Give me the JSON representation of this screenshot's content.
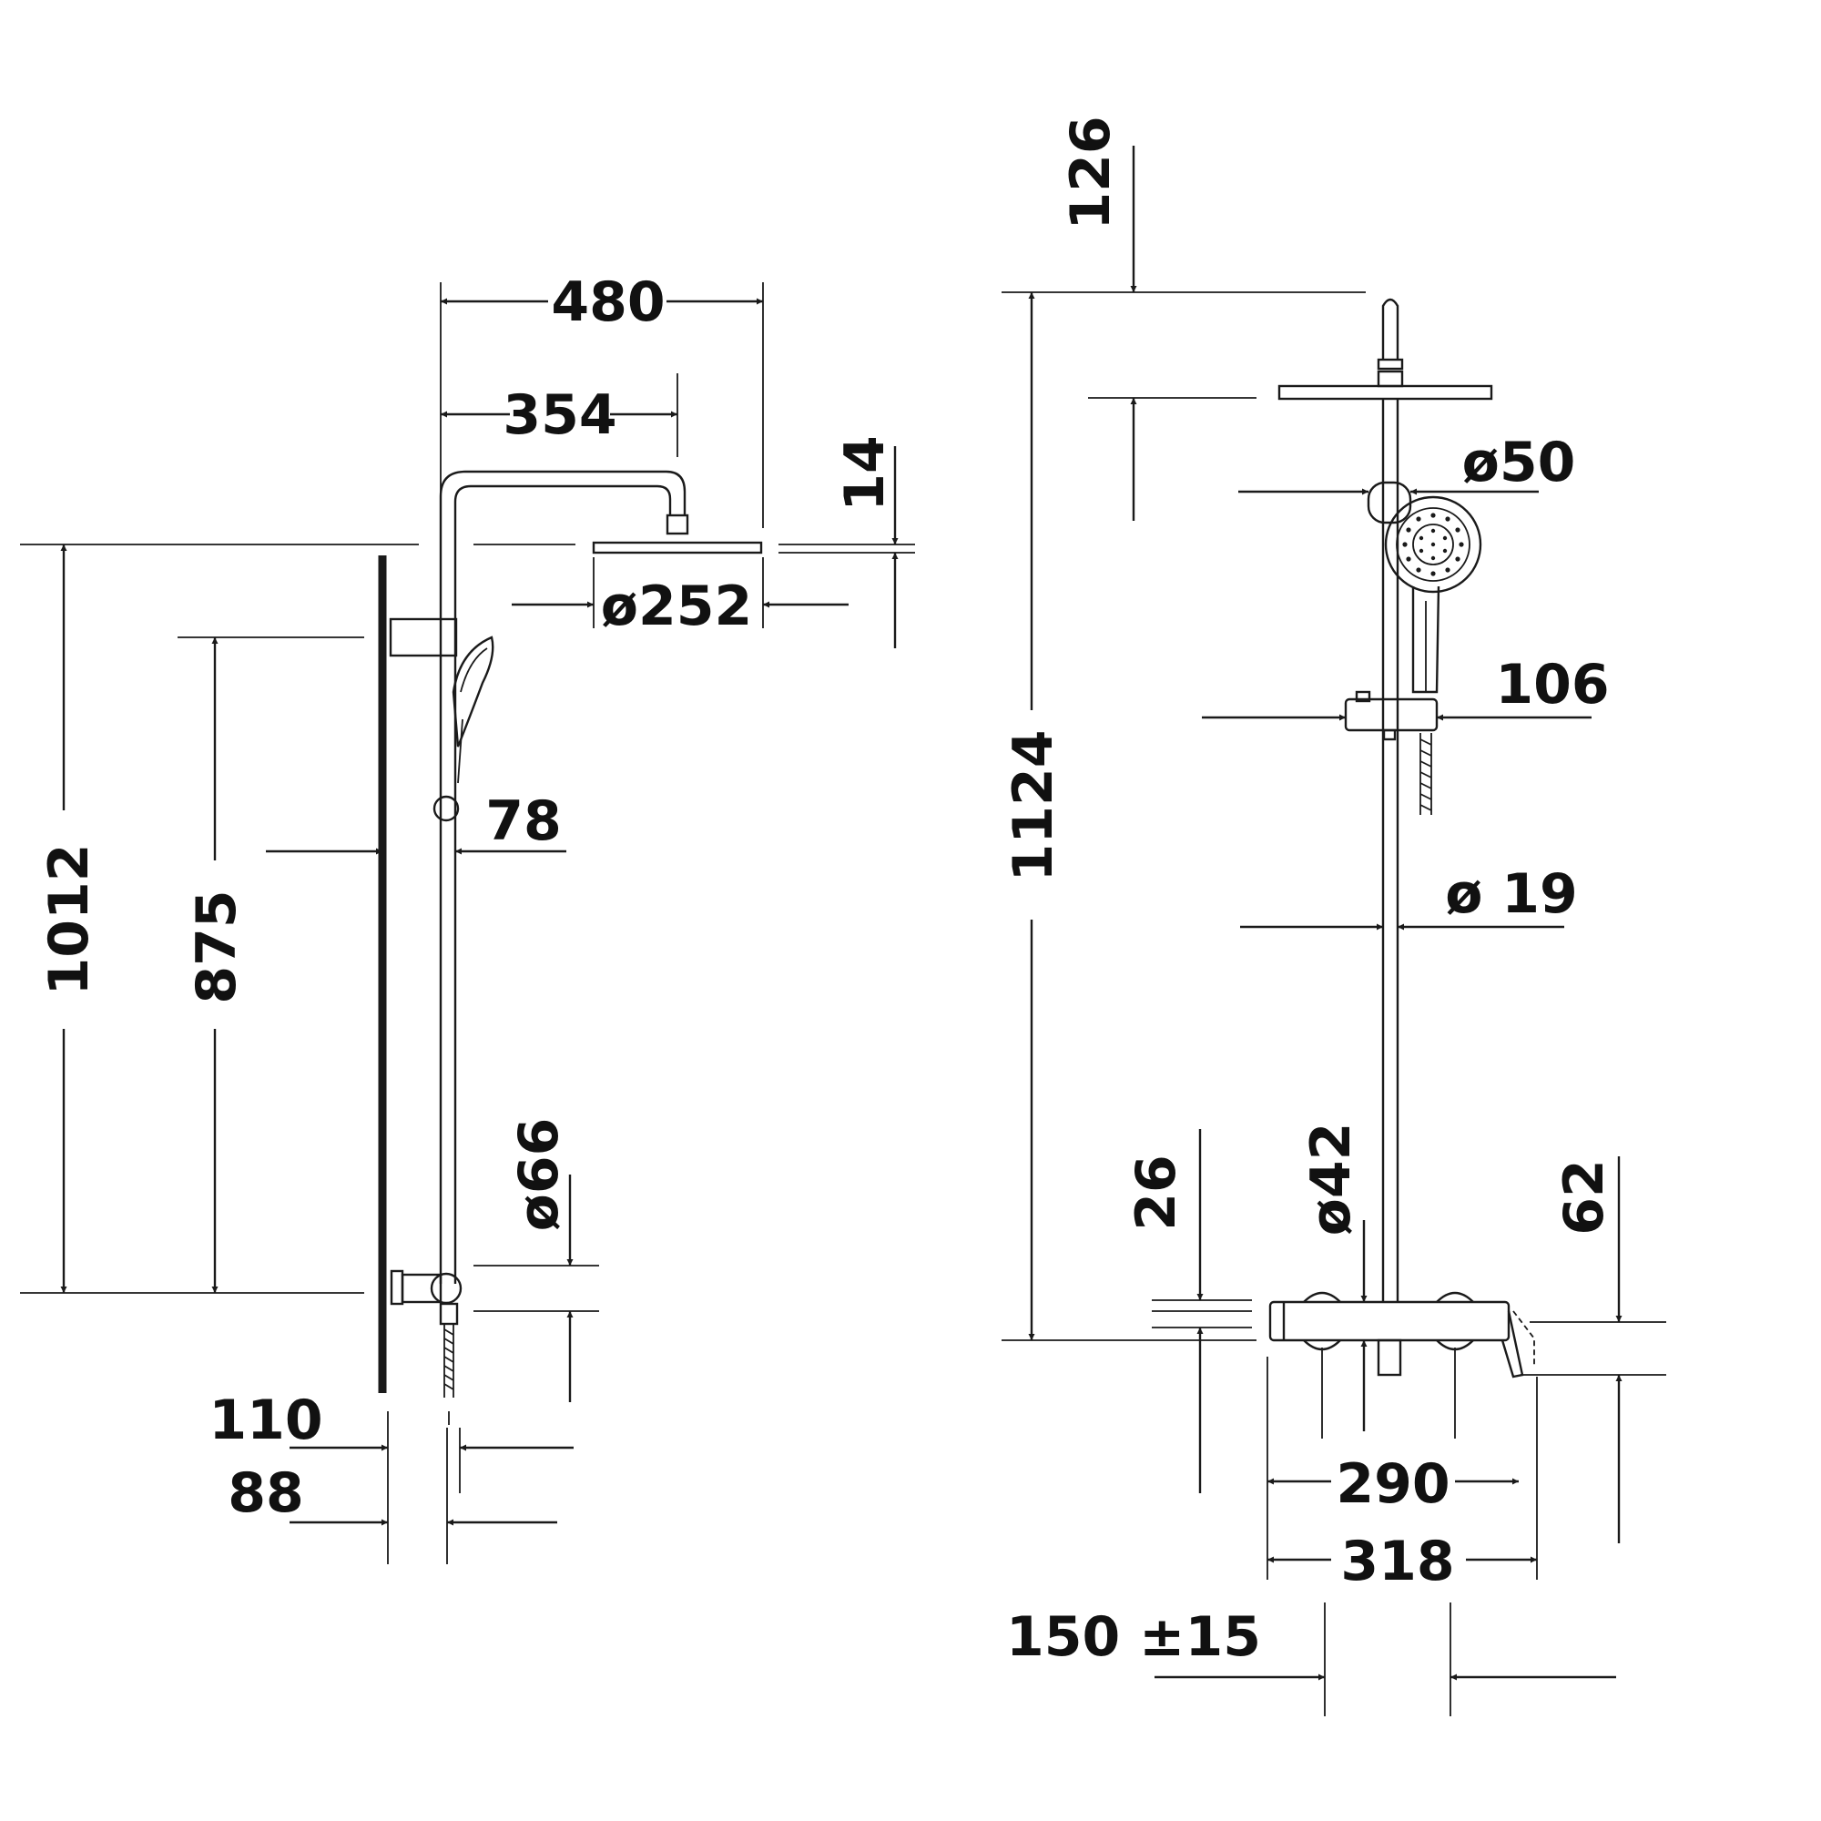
{
  "dims": {
    "d480": "480",
    "d354": "354",
    "d14": "14",
    "d252": "ø252",
    "d1012": "1012",
    "d875": "875",
    "d78": "78",
    "d66": "ø66",
    "d110": "110",
    "d88": "88",
    "d126": "126",
    "d1124": "1124",
    "d50": "ø50",
    "d106": "106",
    "d19": "ø 19",
    "d26": "26",
    "d42": "ø42",
    "d62": "62",
    "d290": "290",
    "d318": "318",
    "d150": "150 ±15"
  }
}
